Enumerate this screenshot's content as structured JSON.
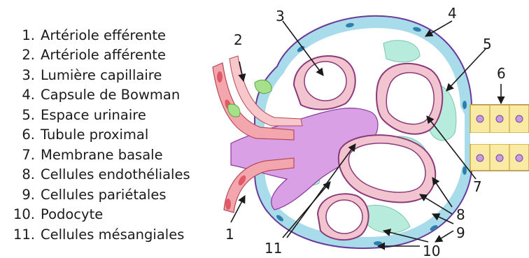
{
  "legend": [
    {
      "num": "1.",
      "label": "Artériole efférente"
    },
    {
      "num": "2.",
      "label": "Artériole afférente"
    },
    {
      "num": "3.",
      "label": "Lumière capillaire"
    },
    {
      "num": "4.",
      "label": "Capsule de Bowman"
    },
    {
      "num": "5.",
      "label": "Espace urinaire"
    },
    {
      "num": "6.",
      "label": "Tubule proximal"
    },
    {
      "num": "7.",
      "label": "Membrane basale"
    },
    {
      "num": "8.",
      "label": "Cellules endothéliales"
    },
    {
      "num": "9.",
      "label": "Cellules pariétales"
    },
    {
      "num": "10.",
      "label": "Podocyte"
    },
    {
      "num": "11.",
      "label": "Cellules mésangiales"
    }
  ],
  "callouts": {
    "c1": "1",
    "c2": "2",
    "c3": "3",
    "c4": "4",
    "c5": "5",
    "c6": "6",
    "c7": "7",
    "c8": "8",
    "c9": "9",
    "c10": "10",
    "c11": "11"
  },
  "colors": {
    "capsule_outer": "#6a3a9a",
    "parietal": "#a8dcea",
    "urinary_space": "#ffffff",
    "podocyte": "#b7ecdc",
    "capillary_wall": "#f2c4cf",
    "capillary_outline": "#8a3a7a",
    "mesangial": "#d9a0e6",
    "arteriole": "#f4a6ae",
    "arteriole_cell": "#e05a66",
    "tubule": "#f9eba3",
    "tubule_nucleus": "#c79be0"
  }
}
